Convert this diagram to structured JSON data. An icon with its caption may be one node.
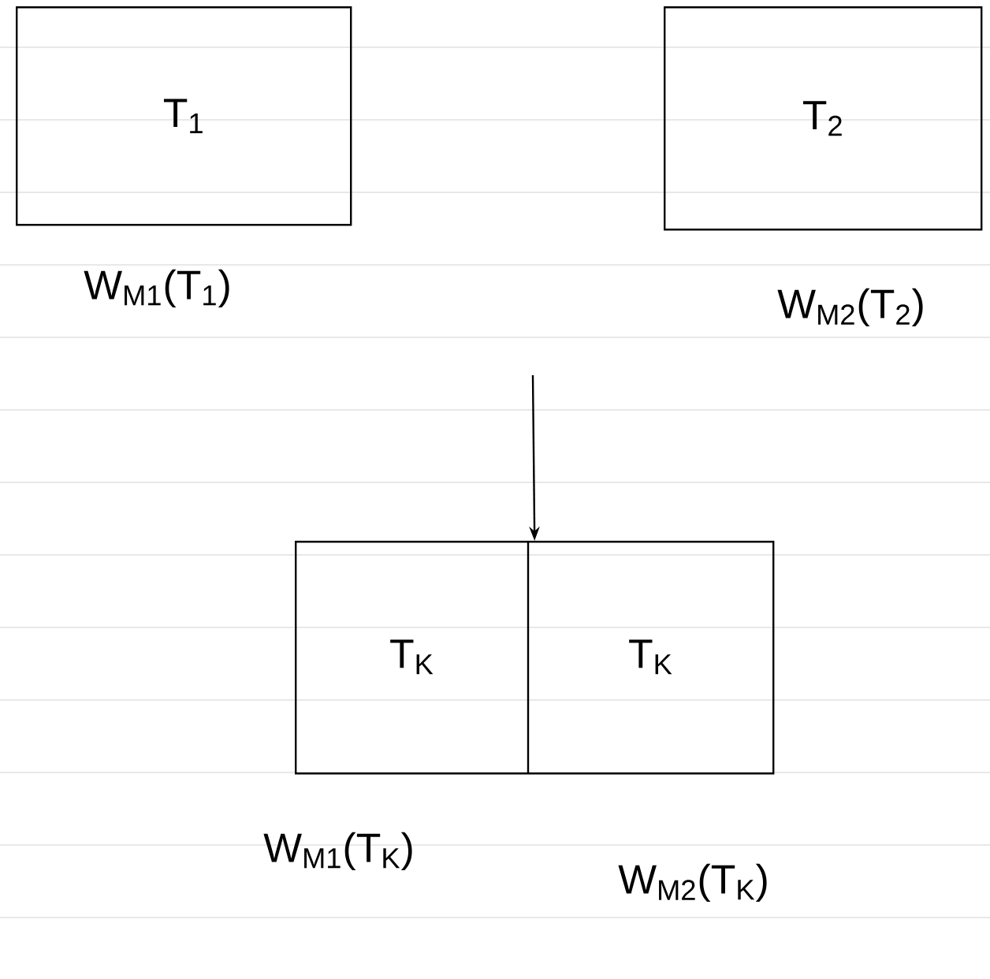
{
  "diagram": {
    "nodes": [
      {
        "text": [
          "T$_{1}$"
        ],
        "beside": [
          "W$_{M1}$(T$_{1}$)"
        ]
      },
      {
        "text": [
          "T$_{2}$"
        ],
        "beside": [
          "W$_{M2}$(T$_{2}$)"
        ]
      },
      {
        "text": [],
        "shape": "box"
      },
      {
        "text": [
          "T$_{K}$"
        ],
        "in": 2,
        "beside": [
          "W$_{M1}$(T$_{K}$)"
        ]
      },
      {
        "text": [
          "T$_{K}$"
        ],
        "in": 2,
        "beside": [
          "W$_{M2}$(T$_{K}$)"
        ]
      }
    ],
    "edges": [
      {
        "from": null,
        "to": 2,
        "arrow": "to"
      }
    ]
  }
}
